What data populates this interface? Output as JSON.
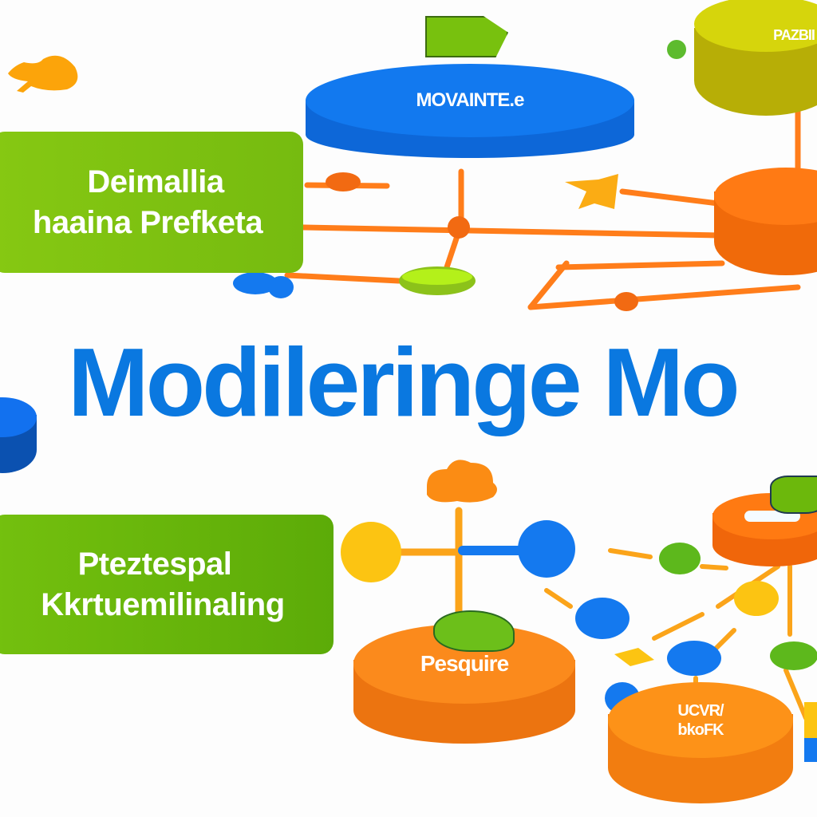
{
  "title": {
    "text": "Modileringe Mo",
    "color": "#0a78e0"
  },
  "label_boxes": [
    {
      "id": "top-left",
      "lines": [
        "Deimallia",
        "haaina Prefketa"
      ],
      "color": "#7cc10e"
    },
    {
      "id": "bottom-left",
      "lines": [
        "Pteztespal",
        "Kkrtuemilinaling"
      ],
      "color": "#6cb514"
    }
  ],
  "cylinders": [
    {
      "id": "top-center",
      "label": "MOVAINTE.e",
      "top_color": "#1279ef",
      "side_color": "#0b60cc"
    },
    {
      "id": "top-right-yellow",
      "label": "PAZBII",
      "top_color": "#d4d40a",
      "side_color": "#b5ad06"
    },
    {
      "id": "mid-right-orange",
      "label": "",
      "top_color": "#ff7a12",
      "side_color": "#f26a0a"
    },
    {
      "id": "left-edge-blue",
      "label": "",
      "top_color": "#1271ef",
      "side_color": "#0b51b0"
    },
    {
      "id": "bottom-center",
      "label": "Pesquire",
      "top_color": "#fb8a1c",
      "side_color": "#ec7410"
    },
    {
      "id": "bottom-right",
      "label": "UCVR/ bkoFK",
      "top_color": "#fd9218",
      "side_color": "#f27d10"
    },
    {
      "id": "right-mid-orange",
      "label": "",
      "top_color": "#ff7a12",
      "side_color": "#f0660a"
    }
  ],
  "palette": {
    "orange": "#fb8c14",
    "connector_orange": "#ff7d1a",
    "blue": "#1479ef",
    "yellow": "#fcc412",
    "green": "#6abf1e"
  }
}
